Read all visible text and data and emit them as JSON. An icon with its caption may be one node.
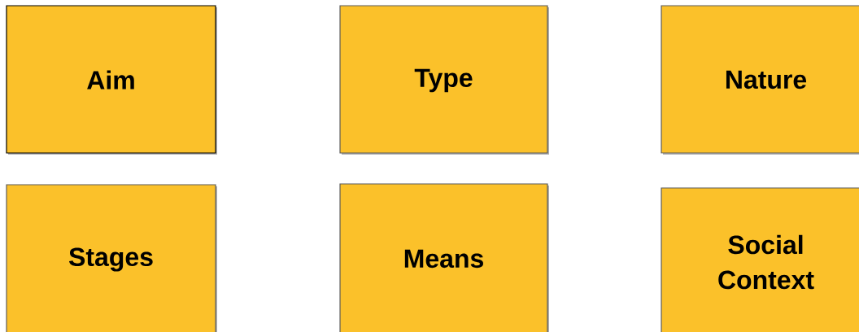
{
  "diagram": {
    "nodes": [
      {
        "text": [
          "Aim"
        ]
      },
      {
        "text": [
          "Type"
        ]
      },
      {
        "text": [
          "Nature"
        ]
      },
      {
        "text": [
          "Stages"
        ]
      },
      {
        "text": [
          "Means"
        ]
      },
      {
        "text": [
          "Social Context"
        ]
      }
    ]
  }
}
